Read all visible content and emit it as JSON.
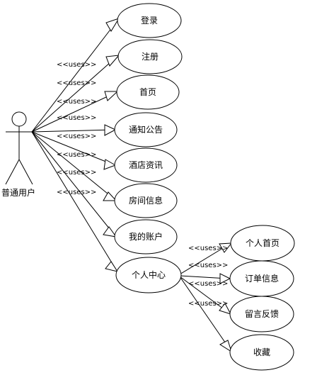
{
  "actor": {
    "label": "普通用户"
  },
  "relation_label": "<<uses>>",
  "use_cases": [
    {
      "id": "login",
      "label": "登录"
    },
    {
      "id": "register",
      "label": "注册"
    },
    {
      "id": "home",
      "label": "首页"
    },
    {
      "id": "notice",
      "label": "通知公告"
    },
    {
      "id": "hotel_news",
      "label": "酒店资讯"
    },
    {
      "id": "room_info",
      "label": "房间信息"
    },
    {
      "id": "my_account",
      "label": "我的账户"
    },
    {
      "id": "personal_center",
      "label": "个人中心"
    },
    {
      "id": "personal_home",
      "label": "个人首页"
    },
    {
      "id": "order_info",
      "label": "订单信息"
    },
    {
      "id": "feedback",
      "label": "留言反馈"
    },
    {
      "id": "favorites",
      "label": "收藏"
    }
  ]
}
